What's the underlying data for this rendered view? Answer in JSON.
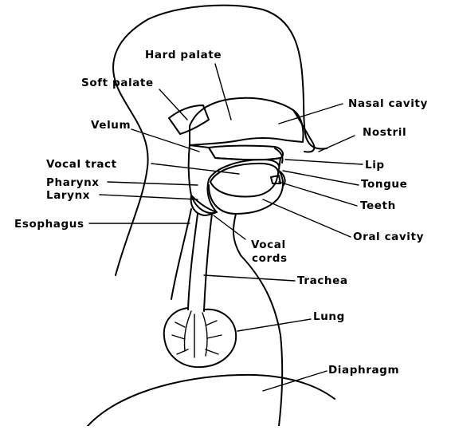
{
  "labels": {
    "hard_palate": "Hard palate",
    "soft_palate": "Soft palate",
    "nasal_cavity": "Nasal cavity",
    "nostril": "Nostril",
    "velum": "Velum",
    "vocal_tract": "Vocal tract",
    "lip": "Lip",
    "pharynx": "Pharynx",
    "tongue": "Tongue",
    "larynx": "Larynx",
    "teeth": "Teeth",
    "esophagus": "Esophagus",
    "oral_cavity": "Oral cavity",
    "vocal_cords_line1": "Vocal",
    "vocal_cords_line2": "cords",
    "trachea": "Trachea",
    "lung": "Lung",
    "diaphragm": "Diaphragm"
  }
}
